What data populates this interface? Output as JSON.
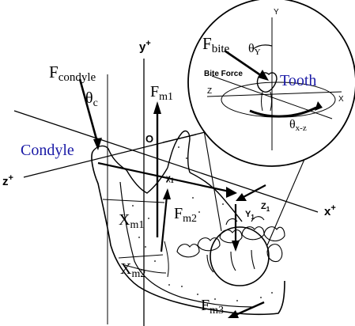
{
  "labels": {
    "f_condyle": "F",
    "f_condyle_sub": "condyle",
    "theta_c": "θ",
    "theta_c_sub": "c",
    "y_plus": "y",
    "y_plus_sup": "+",
    "f_m1": "F",
    "f_m1_sub": "m1",
    "origin_o": "O",
    "condyle": "Condyle",
    "z_plus": "z",
    "z_plus_sup": "+",
    "x_m1": "X",
    "x_m1_sub": "m1",
    "f_m2": "F",
    "f_m2_sub": "m2",
    "x_m2": "X",
    "x_m2_sub": "m2",
    "f_m3": "F",
    "f_m3_sub": "m3",
    "x_plus": "x",
    "x_plus_sup": "+",
    "chi1": "χ",
    "chi1_sub": "1",
    "z1": "Z",
    "z1_sub": "1",
    "y1": "Y",
    "y1_sub": "1",
    "inset_f_bite": "F",
    "inset_f_bite_sub": "bite",
    "inset_theta_y": "θ",
    "inset_theta_y_sub": "Y",
    "inset_bite_force": "Bite Force",
    "inset_tooth": "Tooth",
    "inset_axis_y": "Y",
    "inset_axis_z": "Z",
    "inset_axis_x": "X",
    "inset_theta_xz": "θ",
    "inset_theta_xz_sub": "x-z"
  },
  "colors": {
    "ink": "#000000",
    "highlight": "#1a1aa6",
    "background": "#ffffff"
  }
}
